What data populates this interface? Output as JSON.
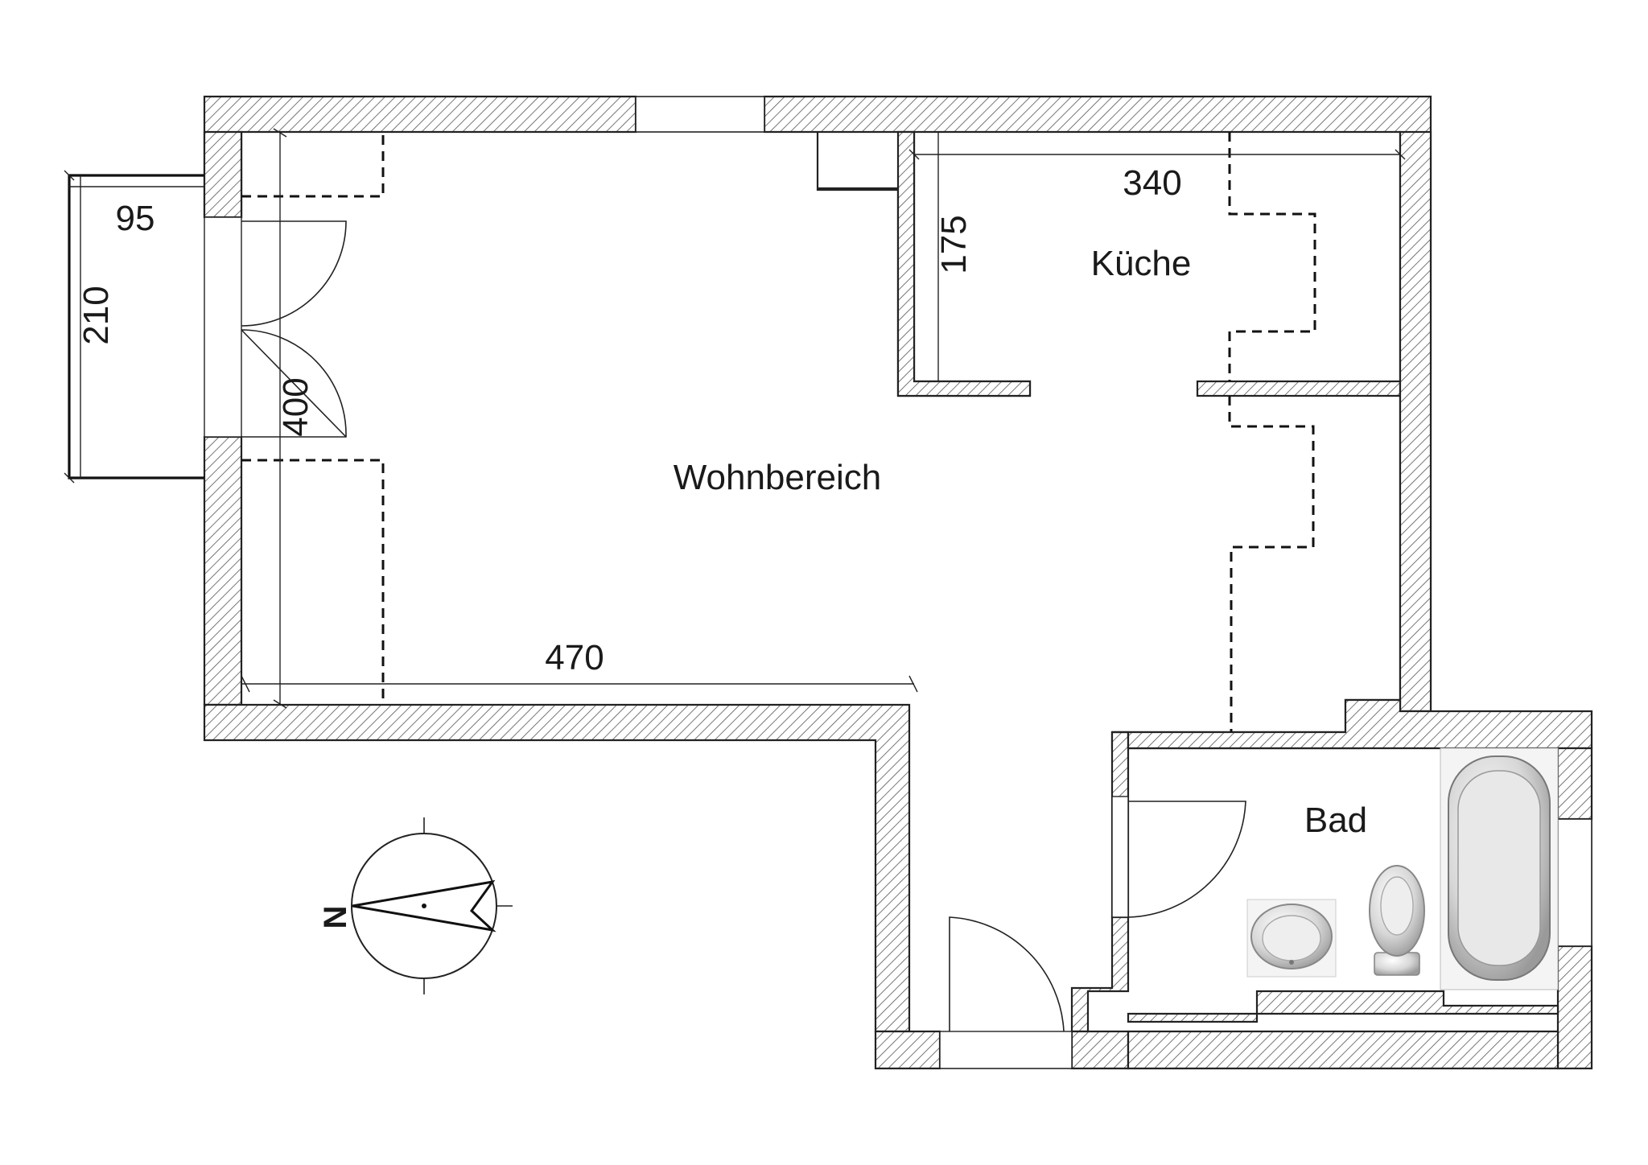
{
  "rooms": {
    "living": "Wohnbereich",
    "kitchen": "Küche",
    "bath": "Bad"
  },
  "dimensions": {
    "balcony_width": "95",
    "balcony_depth": "210",
    "living_width": "470",
    "living_depth": "400",
    "kitchen_width": "340",
    "kitchen_depth": "175"
  },
  "compass": {
    "north_label": "N"
  },
  "colors": {
    "wall_hatch": "#4a4a4a",
    "line": "#111111",
    "fixture": "#cfcfcf"
  }
}
